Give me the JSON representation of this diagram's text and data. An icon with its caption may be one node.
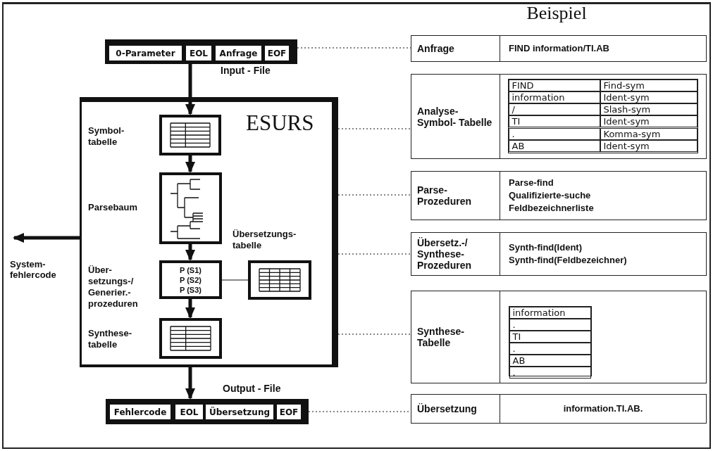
{
  "diagram": {
    "title": "Beispiel",
    "nodes": [
      {
        "text": [],
        "shape": "bar",
        "beside": [
          "Input - File"
        ]
      },
      {
        "text": [
          "0-Parameter"
        ],
        "in": 0
      },
      {
        "text": [
          "EOL"
        ],
        "in": 0
      },
      {
        "text": [
          "Anfrage"
        ],
        "in": 0
      },
      {
        "text": [
          "EOF"
        ],
        "in": 0
      },
      {
        "text": [
          "ESURS"
        ]
      },
      {
        "text": [],
        "shape": "picture",
        "in": 5,
        "beside": [
          "Symbol- tabelle"
        ]
      },
      {
        "text": [],
        "shape": "picture",
        "in": 5,
        "beside": [
          "Parsebaum"
        ]
      },
      {
        "text": [
          "P (S1)",
          "P (S2)",
          "P (S3)"
        ],
        "in": 5,
        "beside": [
          "Über- setzungs-/ Generier.- prozeduren"
        ]
      },
      {
        "text": [],
        "shape": "picture",
        "in": 5,
        "beside": [
          "Übersetzungs- tabelle"
        ]
      },
      {
        "text": [],
        "shape": "picture",
        "in": 5,
        "beside": [
          "Synthese- tabelle"
        ]
      },
      {
        "text": [],
        "shape": "bar",
        "beside": [
          "Output - File"
        ]
      },
      {
        "text": [
          "Fehlercode"
        ],
        "in": 11
      },
      {
        "text": [
          "EOL"
        ],
        "in": 11
      },
      {
        "text": [
          "Übersetzung"
        ],
        "in": 11
      },
      {
        "text": [
          "EOF"
        ],
        "in": 11
      },
      {
        "text": [
          "System- fehlercode"
        ]
      },
      {
        "text": [
          "Anfrage",
          "FIND information/TI.AB"
        ]
      },
      {
        "text": [
          "Analyse- Symbol- Tabelle"
        ]
      },
      {
        "text": [
          "FIND",
          "Find-sym",
          "information",
          "Ident-sym",
          "/",
          "Slash-sym",
          "TI",
          "Ident-sym",
          ".",
          "Komma-sym",
          "AB",
          "Ident-sym"
        ],
        "in": 18
      },
      {
        "text": [
          "Parse- Prozeduren",
          "Parse-find",
          "Qualifizierte-suche",
          "Feldbezeichnerliste"
        ]
      },
      {
        "text": [
          "Übersetz.-/ Synthese- Prozeduren",
          "Synth-find(Ident)",
          "Synth-find(Feldbezeichner)"
        ]
      },
      {
        "text": [
          "Synthese- Tabelle"
        ]
      },
      {
        "text": [
          "information",
          ".",
          "TI",
          ".",
          "AB",
          "."
        ],
        "in": 22
      },
      {
        "text": [
          "Übersetzung",
          "information.TI.AB."
        ]
      }
    ],
    "edges": [
      {
        "from": 0,
        "to": 6,
        "arrow": "to",
        "style": "thick"
      },
      {
        "from": 6,
        "to": 7,
        "arrow": "to",
        "style": "thick"
      },
      {
        "from": 7,
        "to": 8,
        "arrow": "to",
        "style": "thick"
      },
      {
        "from": 8,
        "to": 10,
        "arrow": "to",
        "style": "thick"
      },
      {
        "from": 5,
        "to": 11,
        "arrow": "to",
        "style": "thick"
      },
      {
        "from": 5,
        "to": 16,
        "arrow": "to",
        "style": "thick"
      },
      {
        "from": 8,
        "to": 9,
        "arrow": "none"
      },
      {
        "from": 0,
        "to": 17,
        "arrow": "none",
        "style": "dashed"
      },
      {
        "from": 5,
        "to": 18,
        "arrow": "none",
        "style": "dashed"
      },
      {
        "from": 5,
        "to": 20,
        "arrow": "none",
        "style": "dashed"
      },
      {
        "from": 5,
        "to": 21,
        "arrow": "none",
        "style": "dashed"
      },
      {
        "from": 5,
        "to": 22,
        "arrow": "none",
        "style": "dashed"
      },
      {
        "from": 11,
        "to": 24,
        "arrow": "none",
        "style": "dashed"
      }
    ]
  }
}
